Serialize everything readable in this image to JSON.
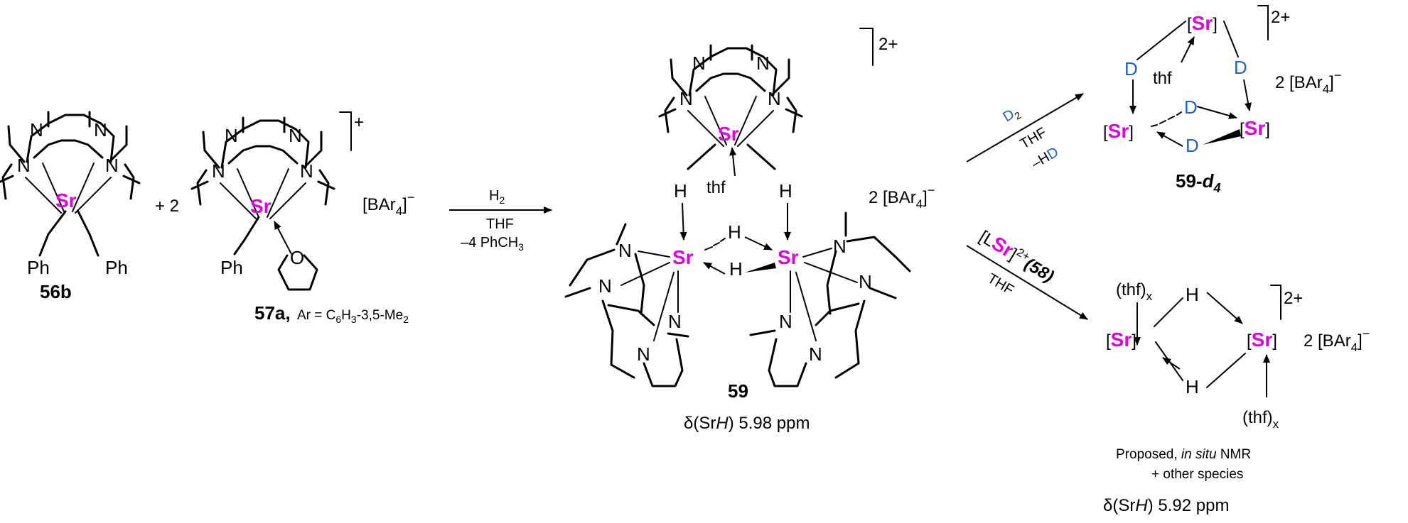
{
  "colors": {
    "strontium": "#E000E0",
    "deuterium": "#1F5FD0",
    "ink": "#000000"
  },
  "atoms": {
    "N": "N",
    "Sr": "Sr",
    "H": "H",
    "D": "D",
    "O": "O",
    "Ph": "Ph",
    "thf": "thf"
  },
  "compound_56b": {
    "label": "56b",
    "plus_two": "+ 2"
  },
  "compound_57a": {
    "label": "57a,",
    "ar_def": "Ar = C",
    "ar_sub1": "6",
    "ar_mid": "H",
    "ar_sub2": "3",
    "ar_tail": "-3,5-Me",
    "ar_sub3": "2",
    "charge": "+",
    "anion_pre": "[BAr",
    "anion_sub": "4",
    "anion_post": "]",
    "anion_charge": "−"
  },
  "arrow_1": {
    "reagent_pre": "H",
    "reagent_sub": "2",
    "solvent": "THF",
    "byproduct_pre": "–4 PhCH",
    "byproduct_sub": "3"
  },
  "compound_59": {
    "label": "59",
    "charge": "2+",
    "anion_pre": "2 [BAr",
    "anion_sub": "4",
    "anion_post": "]",
    "anion_charge": "−",
    "nmr_pre": "δ(Sr",
    "nmr_it": "H",
    "nmr_post": ") 5.98 ppm"
  },
  "arrow_2": {
    "reagent_pre": "D",
    "reagent_sub": "2",
    "solvent": "THF",
    "byproduct_pre": "–H",
    "byproduct_d": "D"
  },
  "compound_59d4": {
    "label_pre": "59-",
    "label_it": "d",
    "label_sub": "4",
    "charge": "2+",
    "anion_pre": "2 [BAr",
    "anion_sub": "4",
    "anion_post": "]",
    "anion_charge": "−"
  },
  "arrow_3": {
    "reagent_open": "[L",
    "reagent_sr": "Sr",
    "reagent_close": "]",
    "reagent_charge": "2+",
    "reagent_num": "(58)",
    "solvent": "THF"
  },
  "product_dimer": {
    "thf_ligand": "(thf)",
    "thf_sub": "x",
    "charge": "2+",
    "anion_pre": "2 [BAr",
    "anion_sub": "4",
    "anion_post": "]",
    "anion_charge": "−",
    "note_pre": "Proposed, ",
    "note_it": "in situ",
    "note_post": " NMR",
    "note_line2": "+ other species",
    "nmr_pre": "δ(Sr",
    "nmr_it": "H",
    "nmr_post": ") 5.92 ppm"
  }
}
